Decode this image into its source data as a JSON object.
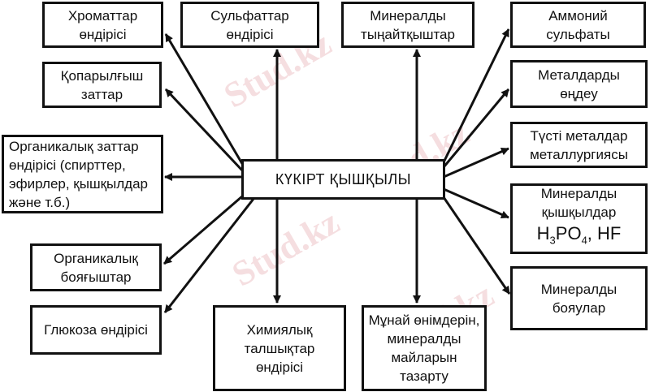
{
  "center": "КҮКІРТ ҚЫШҚЫЛЫ",
  "boxes": {
    "chromates": [
      "Хроматтар",
      "өндірісі"
    ],
    "sulfates": [
      "Сульфаттар",
      "өндірісі"
    ],
    "fertilizers": [
      "Минералды",
      "тыңайтқыштар"
    ],
    "ammonium": [
      "Аммоний",
      "сульфаты"
    ],
    "explosives": [
      "Қопарылғыш",
      "заттар"
    ],
    "metal_processing": [
      "Металдарды",
      "өңдеу"
    ],
    "nonferrous": [
      "Түсті металдар",
      "металлургиясы"
    ],
    "organic": [
      "Органикалық заттар",
      "өндірісі (спирттер,",
      "эфирлер, қышқылдар",
      "және т.б.)"
    ],
    "mineral_acids": [
      "Минералды",
      "қышқылдар"
    ],
    "mineral_acids_formula": {
      "h": "H",
      "h_sub": "3",
      "po": "PO",
      "po_sub": "4",
      "rest": ", HF"
    },
    "dyes": [
      "Органикалық",
      "бояғыштар"
    ],
    "mineral_paints": [
      "Минералды",
      "бояулар"
    ],
    "glucose": [
      "Глюкоза өндірісі"
    ],
    "fibers": [
      "Химиялық",
      "талшықтар",
      "өндірісі"
    ],
    "oil": [
      "Мұнай өнімдерін,",
      "минералды",
      "майларын",
      "тазарту"
    ]
  },
  "watermark": "Stud.kz"
}
